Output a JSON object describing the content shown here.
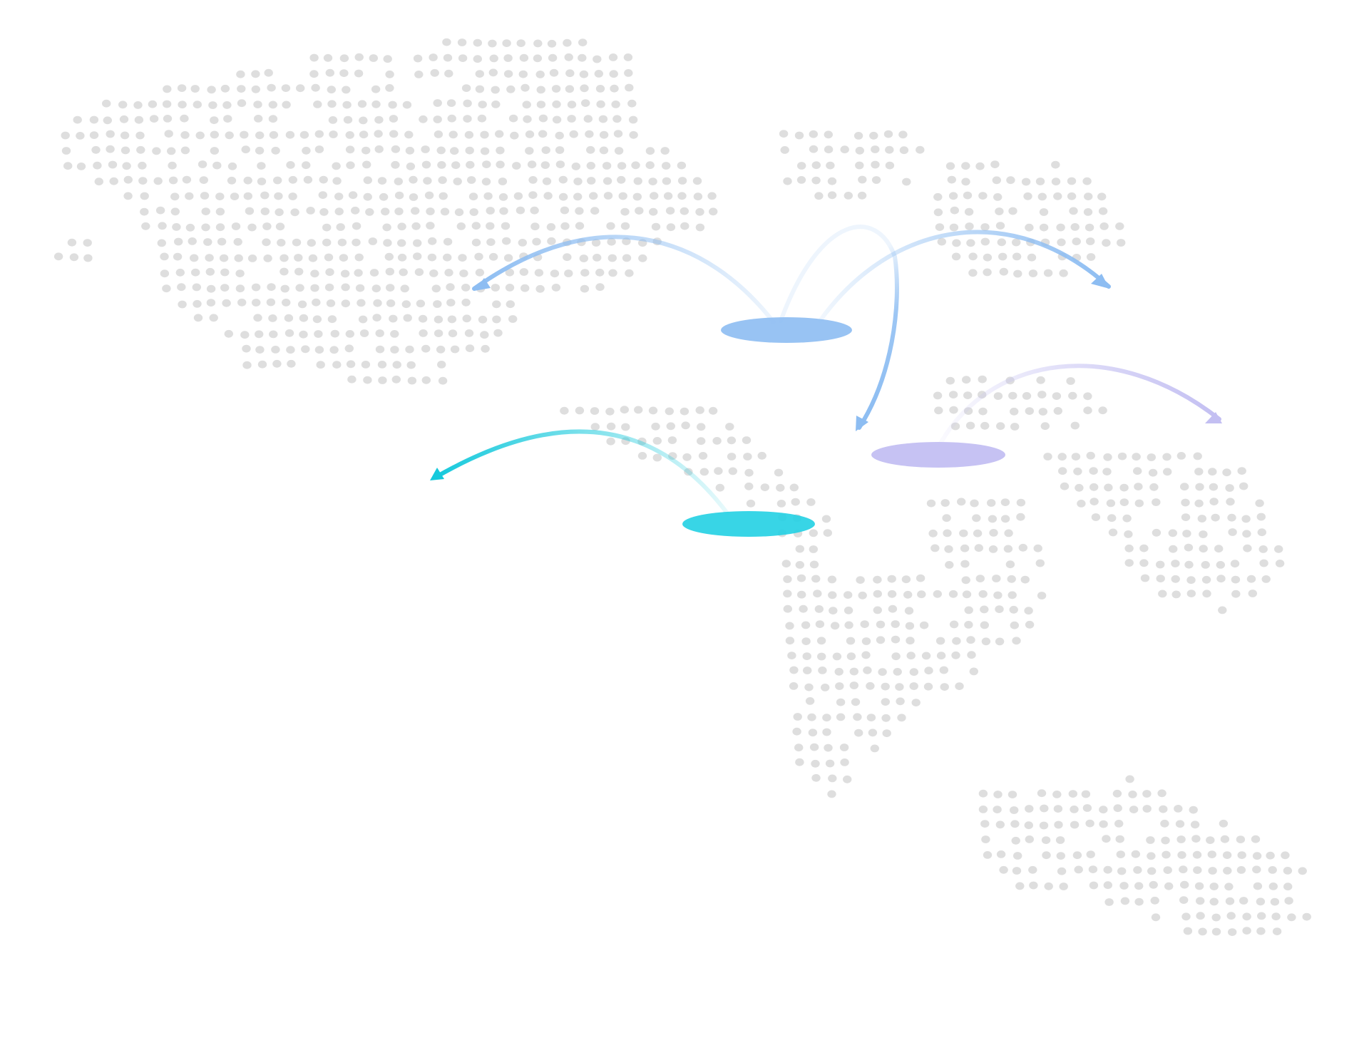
{
  "map": {
    "style": "dotted-world-map",
    "colors": {
      "background": "#ffffff",
      "land_dots": "#dedede",
      "route_blue": "#8dbdf2",
      "route_cyan": "#16c9dc",
      "route_purple": "#c3bff2"
    },
    "hubs": [
      {
        "id": "hub-blue",
        "color": "#8dbdf2"
      },
      {
        "id": "hub-cyan",
        "color": "#22d0e3"
      },
      {
        "id": "hub-purple",
        "color": "#c3bff2"
      }
    ],
    "routes": [
      {
        "from": "hub-blue",
        "direction": "west",
        "color": "#8dbdf2"
      },
      {
        "from": "hub-blue",
        "direction": "east",
        "color": "#8dbdf2"
      },
      {
        "from": "hub-blue",
        "direction": "loop-south-east",
        "color": "#8dbdf2"
      },
      {
        "from": "hub-cyan",
        "direction": "west",
        "color": "#16c9dc"
      },
      {
        "from": "hub-purple",
        "direction": "east",
        "color": "#c3bff2"
      }
    ]
  }
}
